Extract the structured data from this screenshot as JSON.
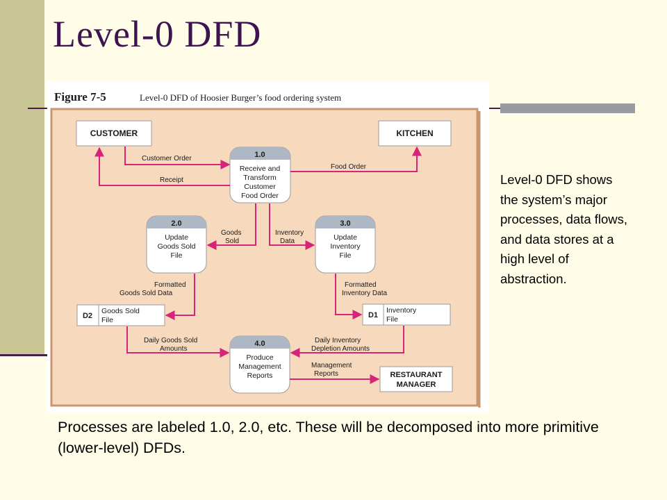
{
  "slide": {
    "title": "Level-0 DFD",
    "side_note": "Level-0 DFD shows the system’s major processes, data flows, and data stores at a high level of abstraction.",
    "caption": "Processes are labeled 1.0, 2.0, etc. These will be decomposed into more primitive (lower-level) DFDs."
  },
  "figure": {
    "label": "Figure 7-5",
    "title": "Level-0 DFD of Hoosier Burger’s food ordering system",
    "entities": {
      "customer": "CUSTOMER",
      "kitchen": "KITCHEN",
      "manager_line1": "RESTAURANT",
      "manager_line2": "MANAGER"
    },
    "processes": [
      {
        "id": "1.0",
        "lines": [
          "Receive and",
          "Transform",
          "Customer",
          "Food Order"
        ]
      },
      {
        "id": "2.0",
        "lines": [
          "Update",
          "Goods Sold",
          "File"
        ]
      },
      {
        "id": "3.0",
        "lines": [
          "Update",
          "Inventory",
          "File"
        ]
      },
      {
        "id": "4.0",
        "lines": [
          "Produce",
          "Management",
          "Reports"
        ]
      }
    ],
    "stores": [
      {
        "id": "D2",
        "lines": [
          "Goods Sold",
          "File"
        ]
      },
      {
        "id": "D1",
        "lines": [
          "Inventory",
          "File"
        ]
      }
    ],
    "flows": {
      "customer_order": "Customer Order",
      "receipt": "Receipt",
      "food_order": "Food Order",
      "goods_sold": [
        "Goods",
        "Sold"
      ],
      "inventory_data": [
        "Inventory",
        "Data"
      ],
      "formatted_goods": [
        "Formatted",
        "Goods Sold Data"
      ],
      "formatted_inventory": [
        "Formatted",
        "Inventory Data"
      ],
      "daily_goods": [
        "Daily Goods Sold",
        "Amounts"
      ],
      "daily_inventory": [
        "Daily Inventory",
        "Depletion Amounts"
      ],
      "management_reports": [
        "Management",
        "Reports"
      ]
    }
  },
  "colors": {
    "background": "#fffde7",
    "left_band": "#c9c695",
    "title": "#3d1450",
    "rule": "#4b1c4b",
    "figure_panel": "#f7d9bd",
    "figure_border": "#c89670",
    "flow_arrow": "#d6247a",
    "process_header": "#aeb8c4"
  }
}
